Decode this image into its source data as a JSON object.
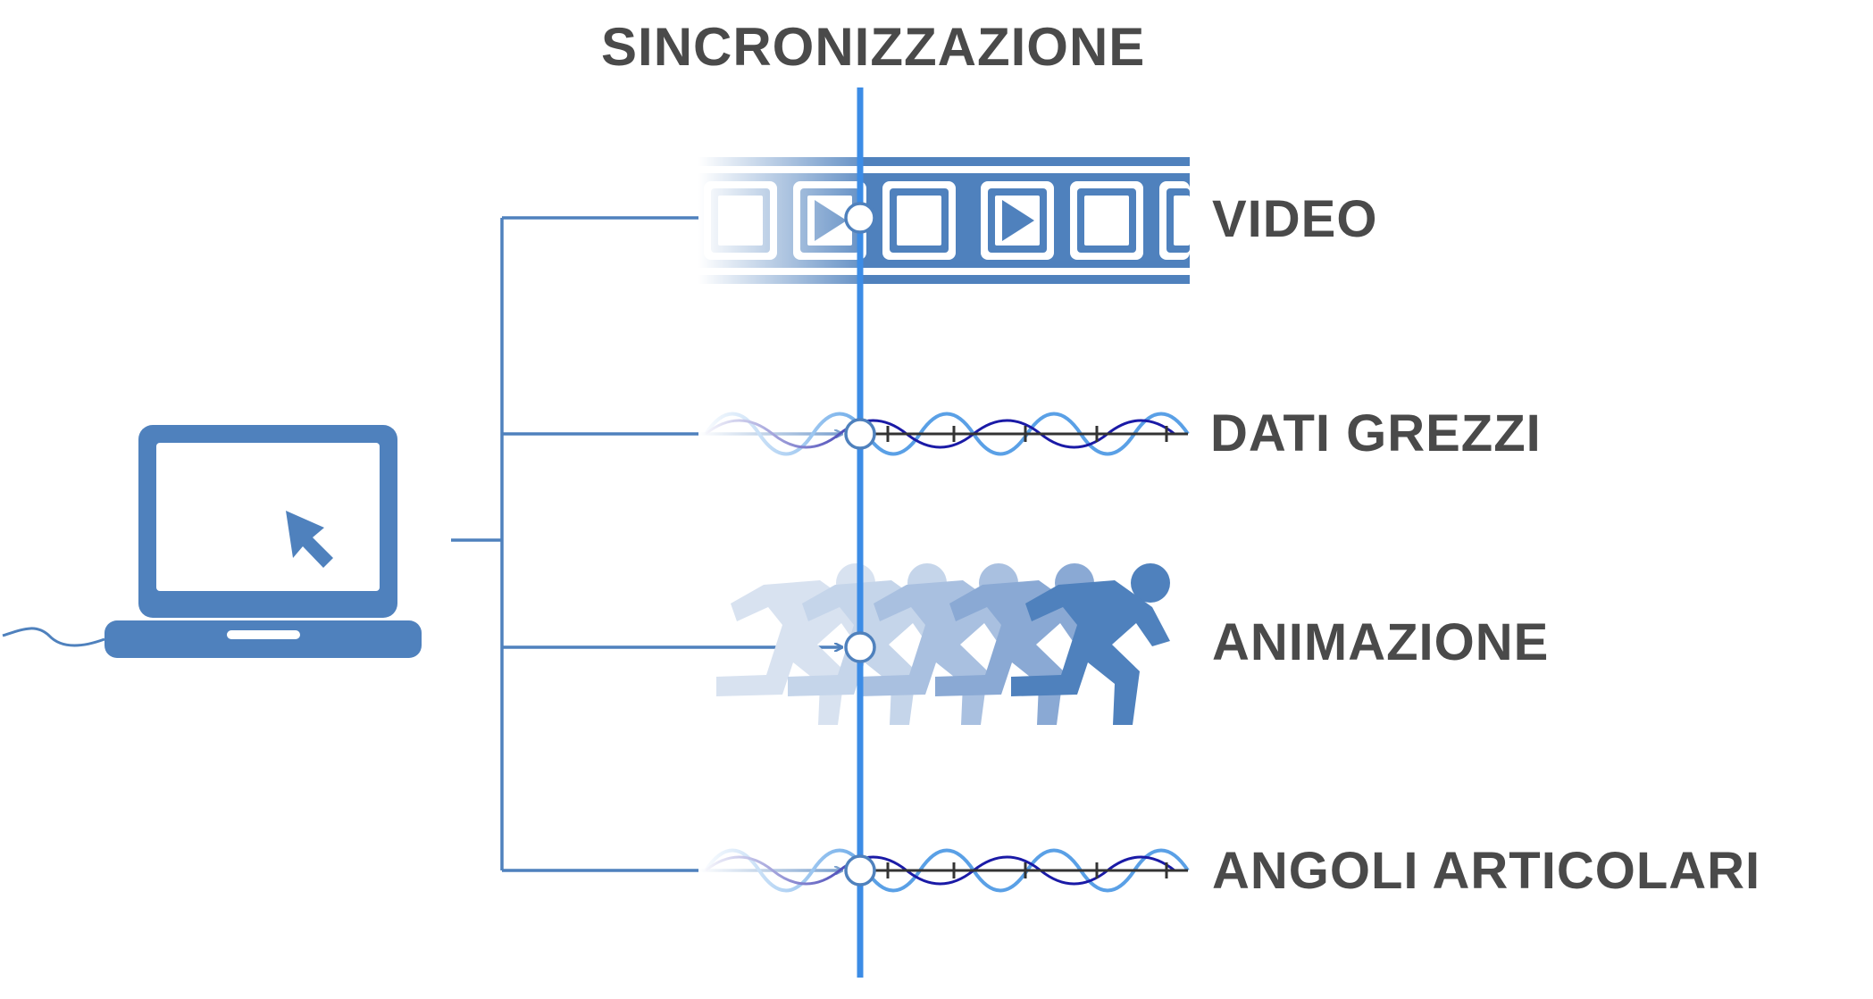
{
  "title": "SINCRONIZZAZIONE",
  "streams": [
    {
      "label": "VIDEO",
      "icon": "film-strip-icon"
    },
    {
      "label": "DATI GREZZI",
      "icon": "waveform-icon"
    },
    {
      "label": "ANIMAZIONE",
      "icon": "running-figure-icon"
    },
    {
      "label": "ANGOLI ARTICOLARI",
      "icon": "waveform-icon"
    }
  ],
  "source_icon": "laptop-icon",
  "colors": {
    "primary": "#4f81bd",
    "sync_line": "#3c8ce6",
    "wave_light": "#5aa0e6",
    "wave_dark": "#1a1aa6",
    "text": "#4a4a4a"
  }
}
